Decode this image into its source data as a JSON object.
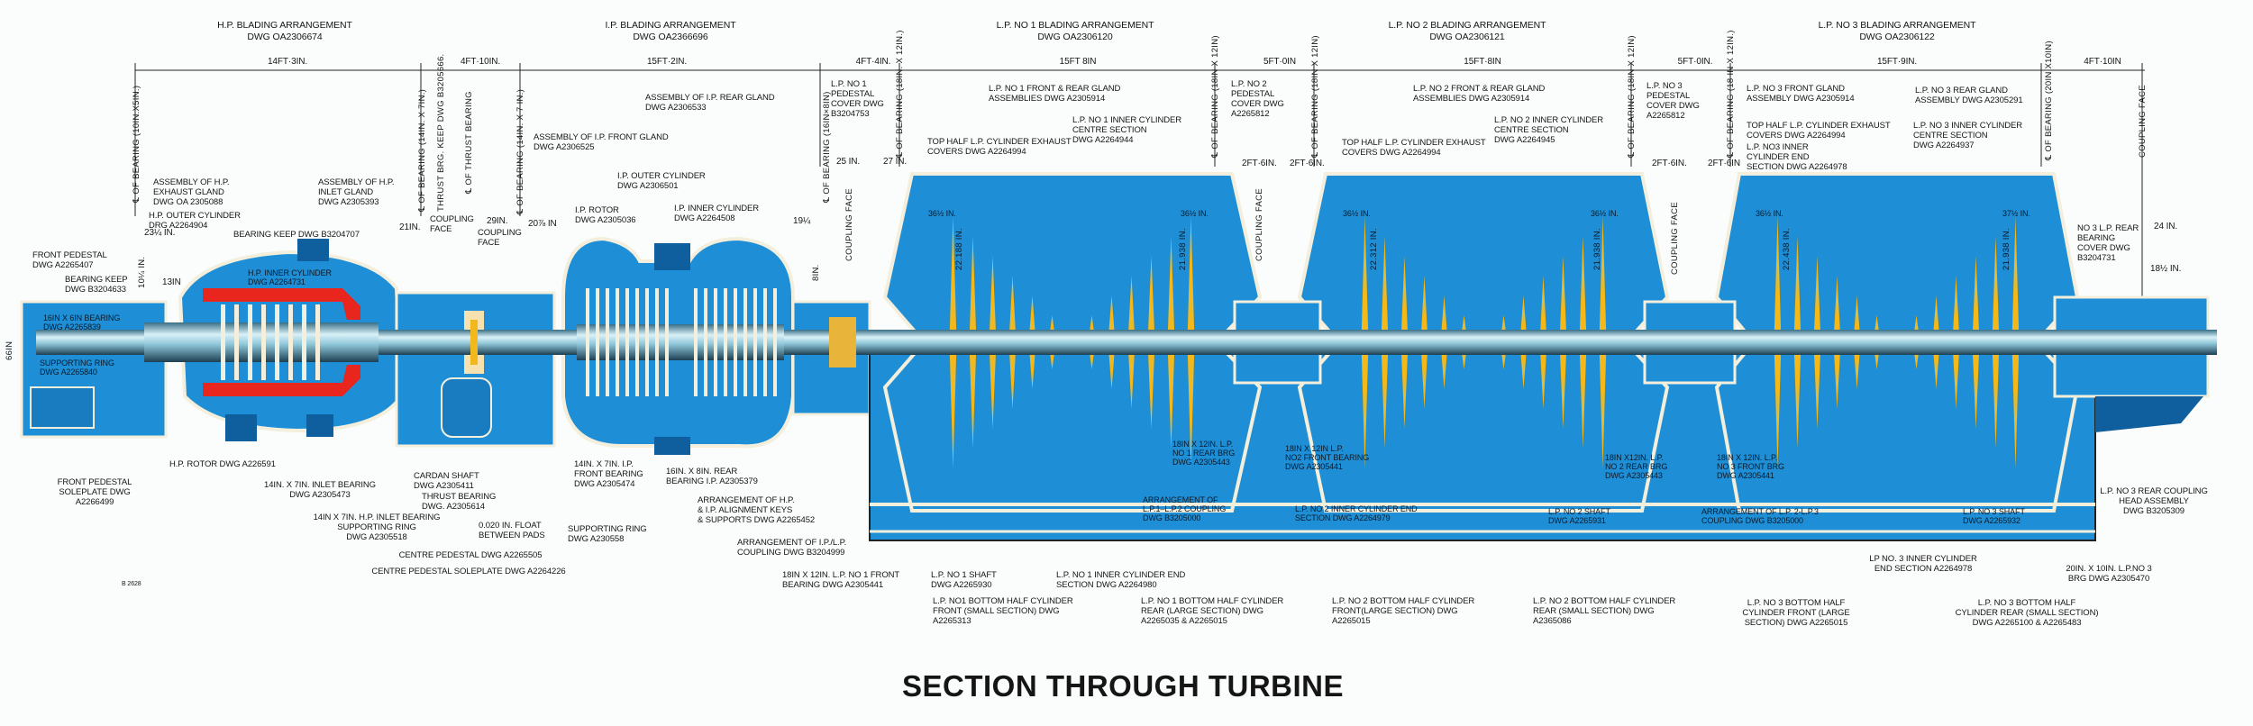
{
  "title": "SECTION THROUGH TURBINE",
  "drawing_ref": "B 2628",
  "colors": {
    "casing": "#1e8fd6",
    "casing_dark": "#0f5f9e",
    "blade": "#f2b81c",
    "hp_inner": "#e8261e",
    "outline": "#f4efdc"
  },
  "headers": [
    "H.P. BLADING ARRANGEMENT\nDWG OA2306674",
    "I.P. BLADING ARRANGEMENT\nDWG OA2366696",
    "L.P. No 1 BLADING ARRANGEMENT\nDWG OA2306120",
    "L.P. No 2 BLADING ARRANGEMENT\nDWG OA2306121",
    "L.P. No 3 BLADING ARRANGEMENT\nDWG OA2306122"
  ],
  "dimensions": [
    "14ft·3in.",
    "4ft·10in.",
    "15ft·2in.",
    "4ft·4in.",
    "15ft 8in",
    "5ft·0in",
    "15ft·8in",
    "5ft·0in.",
    "15ft·9in.",
    "4ft·10in",
    "23¼ in.",
    "21in.",
    "29in.",
    "20⅞ in",
    "19¼",
    "25 in.",
    "27 in.",
    "2ft·6in.",
    "2ft·6in.",
    "2ft·6in.",
    "2ft·6in",
    "24 in.",
    "18½ in.",
    "10¼ in.",
    "13in",
    "8in."
  ],
  "vertical": [
    "℄ OF BEARING (10in.x5in.)",
    "℄ OF BEARING (14in. x 7in.)",
    "THRUST BRG. KEEP DWG B3205666.",
    "℄ OF THRUST BEARING",
    "℄ OF BEARING (14in. x 7 in.)",
    "℄ OF BEARING (16in×8in)",
    "℄ OF BEARING (18in. x 12in.)",
    "℄ OF BEARING (18in x 12in)",
    "℄ OF BEARING (18in x 12in)",
    "℄ OF BEARING (18in x 12in)",
    "℄ OF BEARING (18 in x 12in.)",
    "℄ OF BEARING (20in x10in)",
    "COUPLING FACE",
    "COUPLING FACE",
    "COUPLING FACE",
    "COUPLING FACE"
  ],
  "callouts": [
    "ASSEMBLY OF H.P.\nEXHAUST GLAND\nDWG OA 2305088",
    "ASSEMBLY OF H.P.\nINLET GLAND\nDWG A2305393",
    "H.P. OUTER CYLINDER\nDRG A2264904",
    "BEARING KEEP DWG B3204707",
    "FRONT PEDESTAL\nDWG A2265407",
    "BEARING KEEP\nDWG B3204633",
    "ASSEMBLY OF I.P. REAR GLAND\nDWG A2306533",
    "ASSEMBLY OF I.P. FRONT GLAND\nDWG A2306525",
    "I.P. OUTER CYLINDER\nDWG A2306501",
    "I.P. ROTOR\nDWG A2305036",
    "I.P. INNER CYLINDER\nDWG A2264508",
    "COUPLING\nFACE",
    "COUPLING\nFACE",
    "L.P. No 1\nPEDESTAL\nCOVER DWG\nB3204753",
    "L.P. No 1 FRONT & REAR GLAND\nASSEMBLIES DWG A2305914",
    "L.P. No 1 INNER CYLINDER\nCENTRE SECTION\nDWG A2264944",
    "TOP HALF L.P. CYLINDER EXHAUST\nCOVERS DWG A2264994",
    "L.P. No 2\nPEDESTAL\nCOVER DWG\nA2265812",
    "L.P. No 2 FRONT & REAR GLAND\nASSEMBLIES DWG A2305914",
    "L.P. No 2 INNER CYLINDER\nCENTRE SECTION\nDWG A2264945",
    "TOP HALF L.P. CYLINDER EXHAUST\nCOVERS DWG A2264994",
    "L.P. No 3\nPEDESTAL\nCOVER DWG\nA2265812",
    "L.P. No 3 FRONT GLAND\nASSEMBLY DWG A2305914",
    "L.P. No 3 REAR GLAND\nASSEMBLY DWG A2305291",
    "TOP HALF L.P. CYLINDER EXHAUST\nCOVERS DWG A2264994",
    "L.P. No 3 INNER CYLINDER\nCENTRE SECTION\nDWG A2264937",
    "L.P. No3 INNER\nCYLINDER END\nSECTION DWG A2264978",
    "No 3 L.P. REAR\nBEARING\nCOVER DWG\nB3204731",
    "H.P. ROTOR DWG A226591",
    "FRONT PEDESTAL\nSOLEPLATE DWG\nA2266499",
    "14in. x 7in. INLET BEARING\nDWG A2305473",
    "CARDAN SHAFT\nDWG A2305411",
    "THRUST BEARING\nDWG. A2305614",
    "14in x 7in. H.P. INLET BEARING\nSUPPORTING RING\nDWG A2305518",
    "0.020 in. FLOAT\nBETWEEN PADS",
    "SUPPORTING RING\nDWG A230558",
    "14in. x 7in. I.P.\nFRONT BEARING\nDWG A2305474",
    "16in. x 8in. REAR\nBEARING I.P. A2305379",
    "ARRANGEMENT OF H.P.\n& I.P. ALIGNMENT KEYS\n& SUPPORTS DWG A2265452",
    "CENTRE PEDESTAL DWG A2265505",
    "CENTRE PEDESTAL SOLEPLATE DWG A2264226",
    "ARRANGEMENT OF I.P./L.P.\nCOUPLING DWG B3204999",
    "18in x 12in. L.P. No 1 FRONT\nBEARING DWG A2305441",
    "L.P. No 1 SHAFT\nDWG A2265930",
    "L.P. No1 BOTTOM HALF CYLINDER\nFRONT (SMALL SECTION) DWG\nA2265313",
    "L.P. No 1 INNER CYLINDER END\nSECTION DWG A2264980",
    "L.P. No 1 BOTTOM HALF CYLINDER\nREAR (LARGE SECTION) DWG\nA2265035 & A2265015",
    "L.P. No 2 BOTTOM HALF CYLINDER\nFRONT(LARGE SECTION) DWG\nA2265015",
    "L.P. No 2 BOTTOM HALF CYLINDER\nREAR (SMALL SECTION) DWG\nA2365086",
    "L.P. No 3 BOTTOM HALF\nCYLINDER FRONT (LARGE\nSECTION) DWG A2265015",
    "L.P. No 3 BOTTOM HALF\nCYLINDER REAR (SMALL SECTION)\nDWG A2265100 & A2265483",
    "LP No. 3 INNER CYLINDER\nEND SECTION A2264978",
    "20in. x 10in. L.P.No 3\nBRG DWG A2305470",
    "L.P. No 3 REAR COUPLING\nHEAD ASSEMBLY\nDWG B3205309"
  ],
  "inner_labels": [
    "H.P. INNER CYLINDER\nDWG A2264731",
    "16in x 6in BEARING\nDWG A2265839",
    "SUPPORTING RING\nDWG A2265840",
    "18in x 12in. L.P.\nNo 1 REAR BRG\nDWG A2305443",
    "18in x 12in L.P.\nNo2 FRONT BEARING\nDWG A2305441",
    "ARRANGEMENT OF\nL.P.1–L.P.2 COUPLING\nDWG B3205000",
    "L.P. No 2 INNER CYLINDER END\nSECTION DWG A2264979",
    "L.P. No 2 SHAFT\nDWG A2265931",
    "18in x12in. L.P.\nNo 2 REAR BRG\nDWG A2305443",
    "18in x 12in. L.P.\nNo 3 FRONT BRG\nDWG A2305441",
    "ARRANGEMENT OF L.P. 2-L.P.3\nCOUPLING DWG B3205000",
    "L.P. No 3 SHAFT\nDWG A2265932",
    "36½ in.",
    "36½ in.",
    "22.188 in.",
    "21.938 in.",
    "36½ in.",
    "22.312 in.",
    "36½ in.",
    "21.938 in.",
    "36½ in.",
    "22.438 in.",
    "37½ in.",
    "21.938 in.",
    "66in"
  ]
}
